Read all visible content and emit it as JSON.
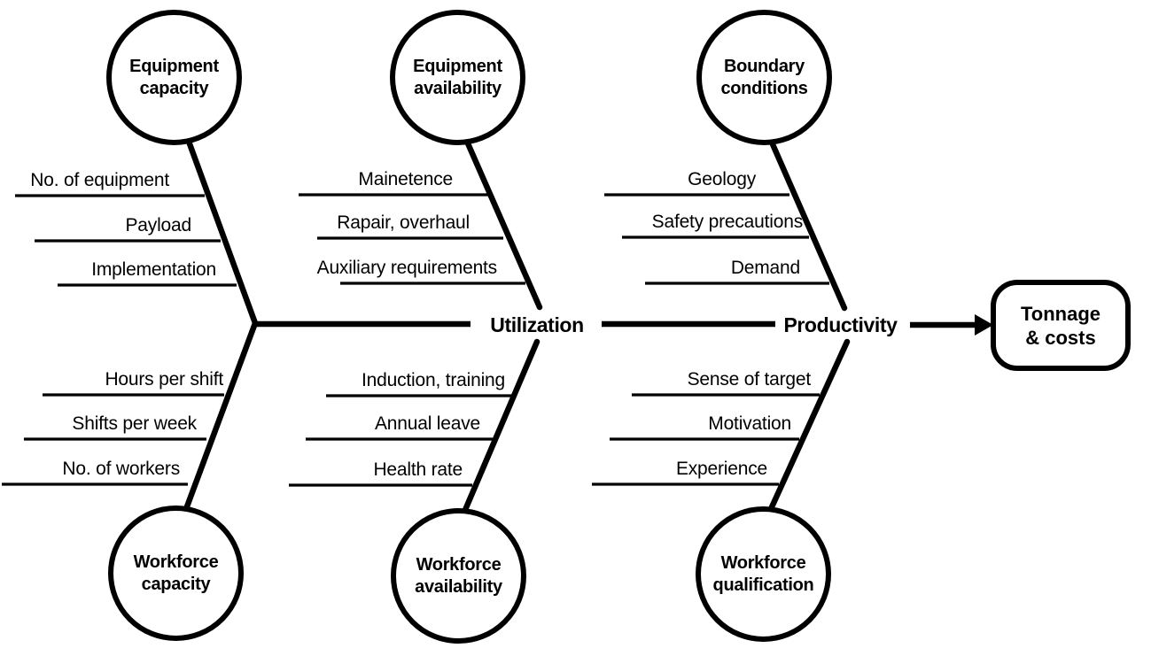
{
  "diagram": {
    "type": "fishbone-cause-effect",
    "colors": {
      "ink": "#000000",
      "background": "#ffffff"
    },
    "spine": {
      "mid_label": "Utilization",
      "end_label": "Productivity"
    },
    "result_box": {
      "label": "Tonnage\n& costs"
    },
    "causes": [
      {
        "label": "Equipment\ncapacity",
        "side": "top",
        "factors": [
          "No. of equipment",
          "Payload",
          "Implementation"
        ]
      },
      {
        "label": "Equipment\navailability",
        "side": "top",
        "factors": [
          "Mainetence",
          "Rapair, overhaul",
          "Auxiliary requirements"
        ]
      },
      {
        "label": "Boundary\nconditions",
        "side": "top",
        "factors": [
          "Geology",
          "Safety precautions",
          "Demand"
        ]
      },
      {
        "label": "Workforce\ncapacity",
        "side": "bottom",
        "factors": [
          "Hours per shift",
          "Shifts per week",
          "No. of workers"
        ]
      },
      {
        "label": "Workforce\navailability",
        "side": "bottom",
        "factors": [
          "Induction, training",
          "Annual leave",
          "Health rate"
        ]
      },
      {
        "label": "Workforce\nqualification",
        "side": "bottom",
        "factors": [
          "Sense of target",
          "Motivation",
          "Experience"
        ]
      }
    ]
  }
}
